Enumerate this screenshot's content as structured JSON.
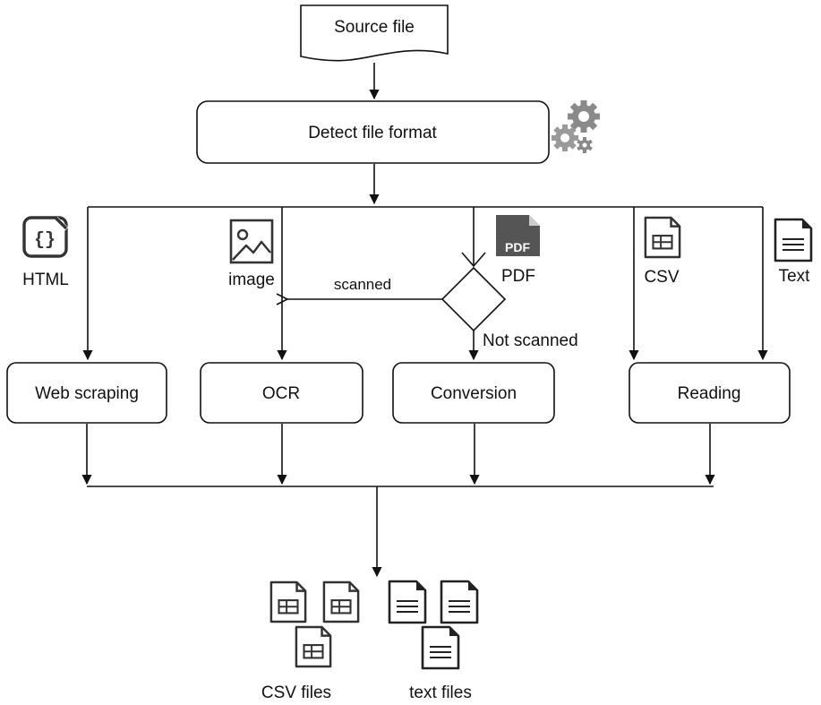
{
  "nodes": {
    "source": "Source file",
    "detect": "Detect file format",
    "web_scraping": "Web scraping",
    "ocr": "OCR",
    "conversion": "Conversion",
    "reading": "Reading"
  },
  "formats": {
    "html": "HTML",
    "image": "image",
    "pdf": "PDF",
    "csv": "CSV",
    "text": "Text"
  },
  "edges": {
    "scanned": "scanned",
    "not_scanned": "Not scanned"
  },
  "outputs": {
    "csv_files": "CSV files",
    "text_files": "text files"
  },
  "icons": {
    "gears": "gears-icon",
    "html": "code-file-icon",
    "image": "image-file-icon",
    "pdf": "pdf-file-icon",
    "csv": "spreadsheet-file-icon",
    "text": "text-file-icon"
  },
  "pdf_badge": "PDF",
  "colors": {
    "line": "#111111",
    "gear": "#8a8a8a",
    "pdf_icon": "#555555"
  }
}
